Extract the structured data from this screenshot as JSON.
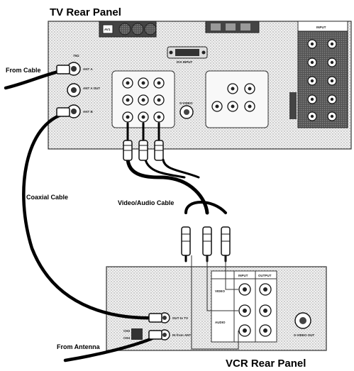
{
  "titles": {
    "tv_panel": "TV Rear Panel",
    "vcr_panel": "VCR Rear Panel"
  },
  "labels": {
    "from_cable": "From Cable",
    "coaxial_cable": "Coaxial Cable",
    "video_audio_cable": "Video/Audio Cable",
    "from_antenna": "From Antenna"
  },
  "tv_ports": {
    "ant_a": "ANT A",
    "ant_a_out": "ANT A OUT",
    "ant_b": "ANT B",
    "dvi_input": "DVI INPUT",
    "svideo": "S-VIDEO",
    "input": "INPUT",
    "av": "AV1",
    "rf": "75Ω"
  },
  "vcr_ports": {
    "input": "INPUT",
    "output": "OUTPUT",
    "video": "VIDEO",
    "audio": "AUDIO",
    "out_to_tv": "OUT to TV",
    "in_from_ant": "IN from ANT",
    "svideo_out": "S-VIDEO OUT",
    "ch3": "CH3",
    "ch4": "CH4"
  },
  "colors": {
    "panel_fill": "#ececec",
    "panel_stroke": "#333333",
    "cable": "#000000"
  }
}
